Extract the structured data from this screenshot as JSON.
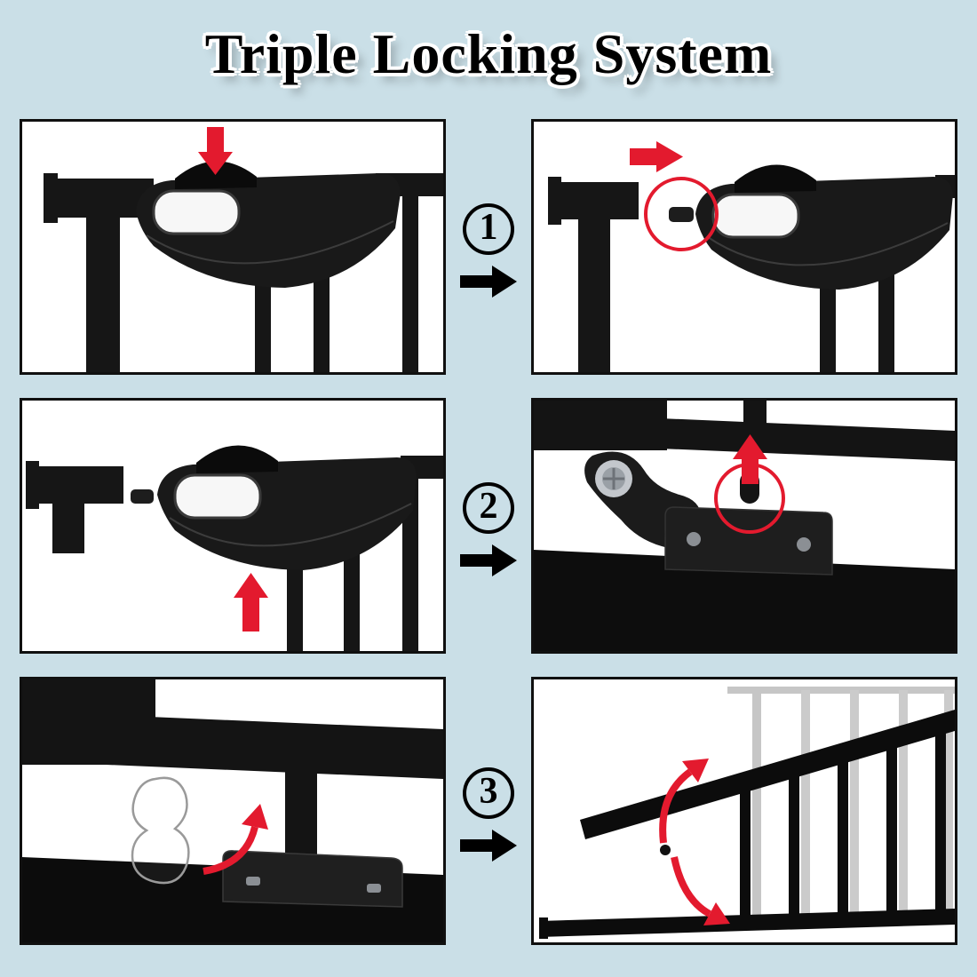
{
  "page": {
    "title": "Triple Locking System",
    "colors": {
      "background": "#cadfe7",
      "panel_bg": "#ffffff",
      "panel_border": "#101010",
      "accent_red": "#e31a2e",
      "ink": "#000000"
    }
  },
  "steps": [
    {
      "number": "1",
      "step_icon": "circled-number-1",
      "connector_icon": "black-right-arrow",
      "left_panel_icon": "gate-handle-press-down-illustration",
      "left_arrow_icon": "red-down-arrow",
      "right_panel_icon": "gate-handle-slide-latch-illustration",
      "right_arrow_icon": "red-right-arrow",
      "right_highlight_icon": "red-circle-latch-pin"
    },
    {
      "number": "2",
      "step_icon": "circled-number-2",
      "connector_icon": "black-right-arrow",
      "left_panel_icon": "gate-handle-lift-up-illustration",
      "left_arrow_icon": "red-up-arrow",
      "right_panel_icon": "gate-bottom-lock-illustration",
      "right_arrow_icon": "red-up-arrow",
      "right_highlight_icon": "red-circle-bottom-pin"
    },
    {
      "number": "3",
      "step_icon": "circled-number-3",
      "connector_icon": "black-right-arrow",
      "left_panel_icon": "foot-pedal-release-illustration",
      "left_arrow_icon": "red-curved-up-arrow",
      "right_panel_icon": "gate-swings-open-illustration",
      "right_arrow_icon": "red-curved-double-arrow"
    }
  ]
}
